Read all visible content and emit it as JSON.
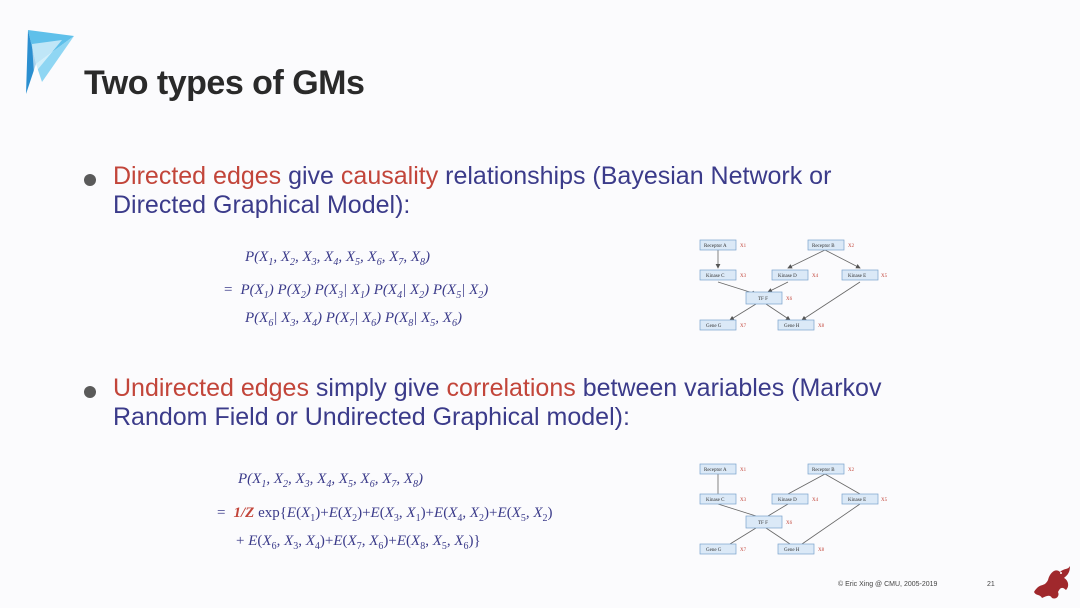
{
  "slide": {
    "title": "Two types of GMs",
    "bullet1": {
      "hl1": "Directed edges",
      "t1": " give ",
      "hl2": "causality",
      "t2": " relationships (Bayesian Network or",
      "line2": "Directed Graphical Model):"
    },
    "bullet2": {
      "hl1": "Undirected edges",
      "t1": " simply give ",
      "hl2": "correlations",
      "t2": " between variables (Markov",
      "line2": "Random Field or Undirected Graphical model):"
    },
    "footer": "© Eric Xing @ CMU, 2005-2019",
    "page_number": "21"
  },
  "graph_nodes": [
    "Receptor A",
    "Receptor B",
    "Kinase C",
    "Kinase D",
    "Kinase E",
    "TF F",
    "Gene G",
    "Gene H"
  ],
  "graph_node_vars": [
    "X1",
    "X2",
    "X3",
    "X4",
    "X5",
    "X6",
    "X7",
    "X8"
  ],
  "colors": {
    "title": "#2a2a2a",
    "bullet_text": "#3b3b8a",
    "highlight": "#c2453a",
    "node_fill": "#dbe9f7",
    "node_border": "#7aa3cc"
  }
}
